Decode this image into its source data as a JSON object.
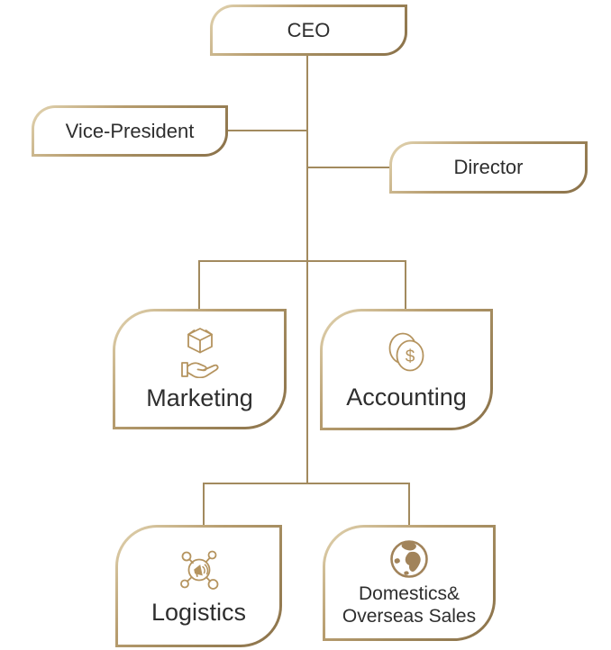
{
  "diagram": {
    "type": "org-chart",
    "background": "#ffffff"
  },
  "colors": {
    "connector": "#a28a5e",
    "label_text": "#2e2e2e",
    "icon_gold": "#b5945f",
    "icon_gold_dark": "#a1835a",
    "node_fill": "#ffffff",
    "border_gradient_light": "#e3d5b2",
    "border_gradient_dark": "#8a7149"
  },
  "nodes": {
    "ceo": {
      "label": "CEO"
    },
    "vice_president": {
      "label": "Vice-President"
    },
    "director": {
      "label": "Director"
    },
    "marketing": {
      "label": "Marketing",
      "icon": "hand-holding-box-icon"
    },
    "accounting": {
      "label": "Accounting",
      "icon": "dollar-coins-icon",
      "dollar_sign": "$"
    },
    "logistics": {
      "label": "Logistics",
      "icon": "megaphone-network-icon"
    },
    "domestics_overseas": {
      "label_line1": "Domestics&",
      "label_line2": "Overseas Sales",
      "icon": "globe-icon"
    }
  },
  "hierarchy": {
    "root": "CEO",
    "edges": [
      [
        "CEO",
        "Vice-President"
      ],
      [
        "CEO",
        "Director"
      ],
      [
        "CEO",
        "Marketing"
      ],
      [
        "CEO",
        "Accounting"
      ],
      [
        "CEO",
        "Logistics"
      ],
      [
        "CEO",
        "Domestics& Overseas Sales"
      ]
    ]
  }
}
